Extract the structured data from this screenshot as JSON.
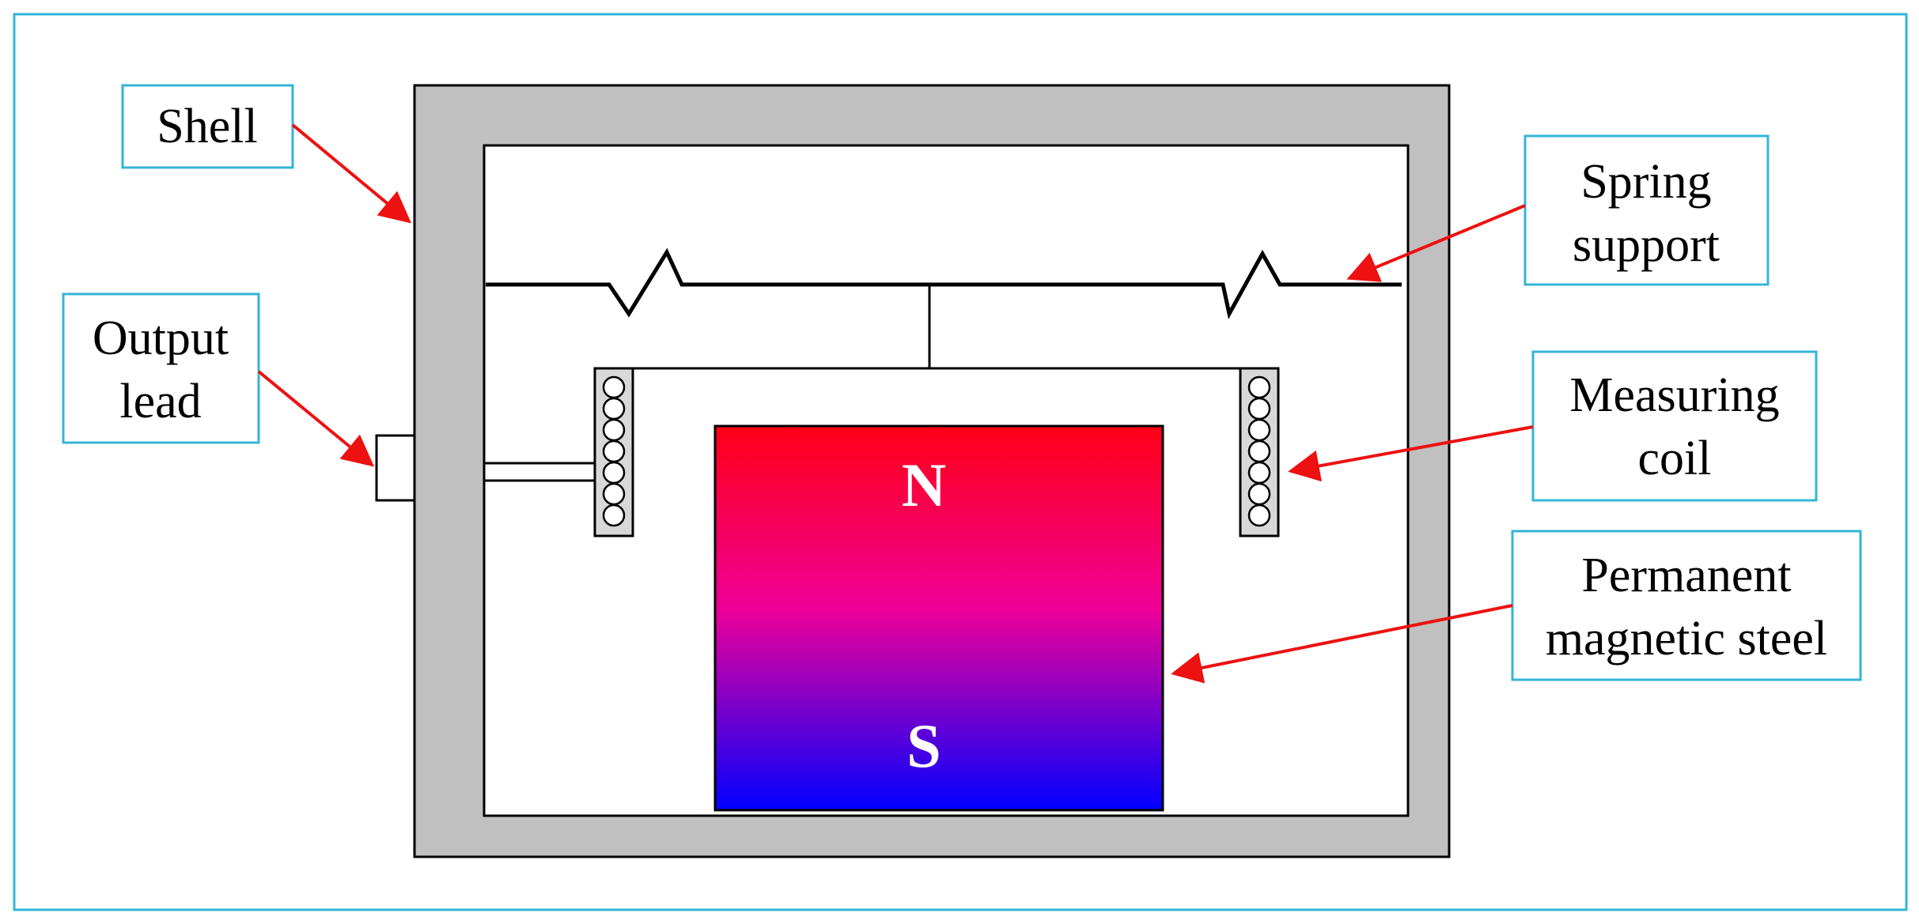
{
  "labels": {
    "shell": "Shell",
    "output_lead": [
      "Output",
      "lead"
    ],
    "spring_support": [
      "Spring",
      "support"
    ],
    "measuring_coil": [
      "Measuring",
      "coil"
    ],
    "permanent_magnetic_steel": [
      "Permanent",
      "magnetic steel"
    ]
  },
  "poles": {
    "north": "N",
    "south": "S"
  },
  "colors": {
    "frame_border": "#33b5d6",
    "callout_border": "#33b5d6",
    "shell_fill": "#c0c0c0",
    "arrow": "#ee1111",
    "magnet_top": "#ff0016",
    "magnet_mid": "#ee0099",
    "magnet_bottom": "#0000ff",
    "coil_fill": "#d8d8d8"
  }
}
